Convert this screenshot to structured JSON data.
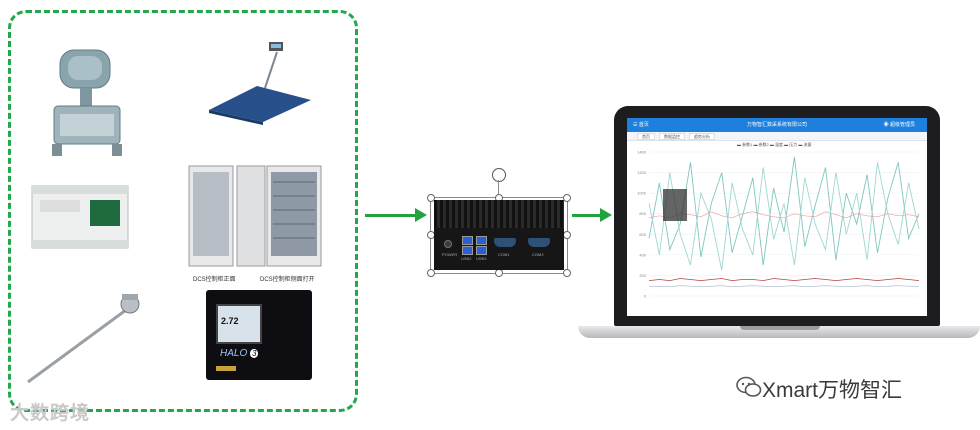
{
  "devices": {
    "cabinet_caption_left": "DCS控制柜正面",
    "cabinet_caption_right": "DCS控制柜侧面打开",
    "analyzer_label": "HALO",
    "analyzer_label_suffix": "3",
    "analyzer_reading": "2.72"
  },
  "gateway": {
    "port_labels": [
      "POWER",
      "USB2",
      "USB3",
      "COM1",
      "COM2"
    ]
  },
  "dashboard": {
    "title": "万物智汇数采系统有限公司",
    "right_text": "超级管理员",
    "left_text": "首页",
    "tabs": [
      "首页",
      "数据监控",
      "趋势分析"
    ],
    "legend": "▬ 参数1  ▬ 参数2  ▬ 温度  ▬ 压力  ▬ 流量",
    "colors": {
      "bar": "#1e7fdc",
      "series": [
        "#7fc6c0",
        "#9fd7d2",
        "#e8a0a0",
        "#c04040",
        "#a9b7c4"
      ]
    },
    "chart_data": {
      "type": "line",
      "title": "",
      "xlabel": "",
      "ylabel": "",
      "ylim": [
        0,
        1400
      ],
      "yticks": [
        0,
        200,
        400,
        600,
        800,
        1000,
        1200,
        1400
      ],
      "series": [
        {
          "values": [
            560,
            1100,
            450,
            700,
            1300,
            380,
            900,
            1200,
            420,
            780,
            1150,
            300,
            1050,
            620,
            1350,
            480,
            880,
            1250,
            350,
            1000,
            700,
            1180,
            420,
            950,
            1300,
            560,
            800
          ]
        },
        {
          "values": [
            900,
            400,
            1200,
            600,
            300,
            1000,
            750,
            250,
            1100,
            650,
            400,
            1250,
            550,
            900,
            300,
            1150,
            700,
            450,
            1200,
            600,
            1000,
            350,
            1300,
            800,
            500,
            1100,
            650
          ]
        },
        {
          "values": [
            760,
            780,
            760,
            800,
            790,
            770,
            820,
            780,
            760,
            800,
            820,
            790,
            770,
            760,
            800,
            780,
            770,
            820,
            790,
            760,
            800,
            780,
            770,
            800,
            780,
            790,
            770
          ]
        },
        {
          "values": [
            150,
            160,
            150,
            170,
            160,
            150,
            160,
            170,
            150,
            160,
            160,
            150,
            170,
            160,
            150,
            160,
            170,
            160,
            150,
            160,
            170,
            160,
            150,
            160,
            170,
            160,
            150
          ]
        },
        {
          "values": [
            90,
            95,
            90,
            100,
            95,
            90,
            95,
            100,
            90,
            95,
            100,
            95,
            90,
            95,
            100,
            90,
            95,
            100,
            95,
            90,
            95,
            100,
            90,
            95,
            100,
            95,
            90
          ]
        }
      ]
    }
  },
  "brand": {
    "text": "Xmart万物智汇",
    "watermark": "大数跨境"
  }
}
